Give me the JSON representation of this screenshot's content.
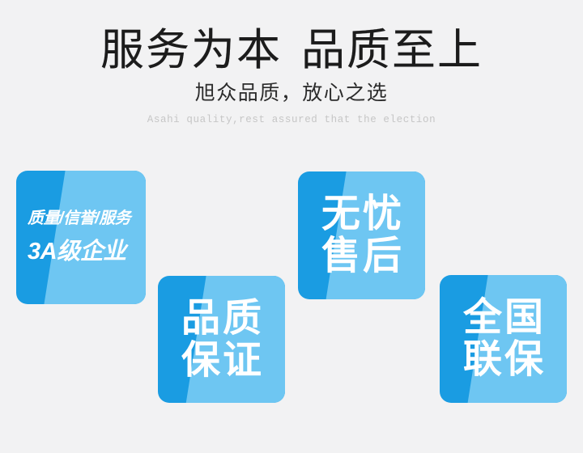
{
  "header": {
    "headline_left": "服务为本",
    "headline_right": "品质至上",
    "subtitle": "旭众品质，放心之选",
    "tagline": "Asahi quality,rest assured that the election"
  },
  "colors": {
    "background": "#f2f2f3",
    "card_blue_dark": "#1a9ce2",
    "card_blue_light": "#6ec6f2",
    "headline_text": "#1c1c1c",
    "subtitle_text": "#2b2b2b",
    "tagline_text": "#c6c6c6",
    "card_text": "#ffffff"
  },
  "cards": [
    {
      "id": "aaa",
      "line1": "质量/信誉/服务",
      "line2": "3A级企业"
    },
    {
      "id": "quality",
      "line1": "品质",
      "line2": "保证"
    },
    {
      "id": "service",
      "line1": "无忧",
      "line2": "售后"
    },
    {
      "id": "nationwide",
      "line1": "全国",
      "line2": "联保"
    }
  ]
}
